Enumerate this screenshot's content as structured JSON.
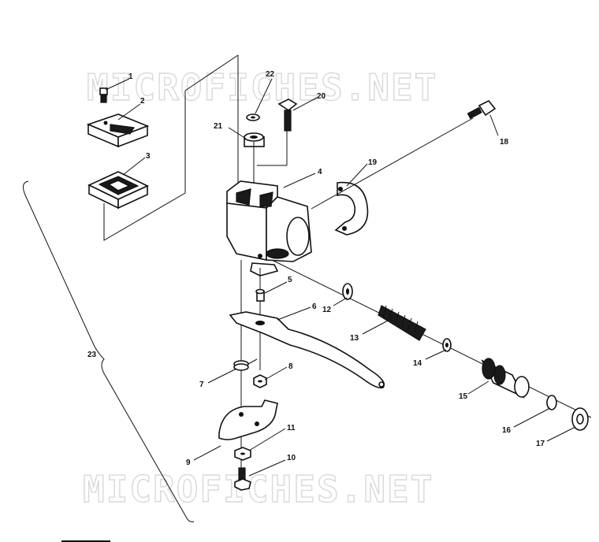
{
  "watermark": {
    "top": "MICROFICHES.NET",
    "bottom": "MICROFICHES.NET"
  },
  "callouts": {
    "c1": "1",
    "c2": "2",
    "c3": "3",
    "c4": "4",
    "c5": "5",
    "c6": "6",
    "c7": "7",
    "c8": "8",
    "c9": "9",
    "c10": "10",
    "c11": "11",
    "c12": "12",
    "c13": "13",
    "c14": "14",
    "c15": "15",
    "c16": "16",
    "c17": "17",
    "c18": "18",
    "c19": "19",
    "c20": "20",
    "c21": "21",
    "c22": "22",
    "c23": "23"
  }
}
